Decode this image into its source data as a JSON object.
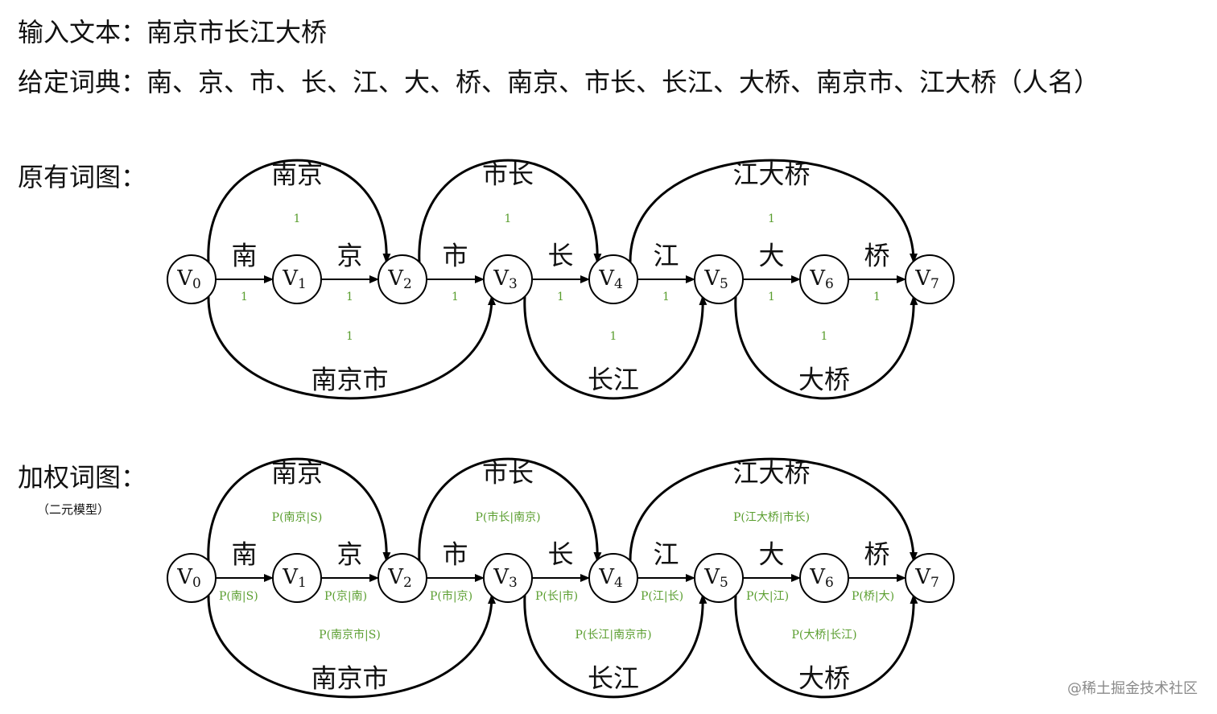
{
  "header": {
    "input_label": "输入文本：",
    "input_text": "南京市长江大桥",
    "dict_label": "给定词典：",
    "dict_text": "南、京、市、长、江、大、桥、南京、市长、长江、大桥、南京市、江大桥（人名）"
  },
  "original": {
    "title": "原有词图：",
    "nodes": [
      "0",
      "1",
      "2",
      "3",
      "4",
      "5",
      "6",
      "7"
    ],
    "node_prefix": "V",
    "single_edges": [
      {
        "word": "南",
        "weight": "1"
      },
      {
        "word": "京",
        "weight": "1"
      },
      {
        "word": "市",
        "weight": "1"
      },
      {
        "word": "长",
        "weight": "1"
      },
      {
        "word": "江",
        "weight": "1"
      },
      {
        "word": "大",
        "weight": "1"
      },
      {
        "word": "桥",
        "weight": "1"
      }
    ],
    "top_arcs": [
      {
        "from": 0,
        "to": 2,
        "word": "南京",
        "weight": "1"
      },
      {
        "from": 2,
        "to": 4,
        "word": "市长",
        "weight": "1"
      },
      {
        "from": 4,
        "to": 7,
        "word": "江大桥",
        "weight": "1"
      }
    ],
    "bottom_arcs": [
      {
        "from": 0,
        "to": 3,
        "word": "南京市",
        "weight": "1"
      },
      {
        "from": 3,
        "to": 5,
        "word": "长江",
        "weight": "1"
      },
      {
        "from": 5,
        "to": 7,
        "word": "大桥",
        "weight": "1"
      }
    ]
  },
  "weighted": {
    "title": "加权词图：",
    "subtitle": "（二元模型）",
    "nodes": [
      "0",
      "1",
      "2",
      "3",
      "4",
      "5",
      "6",
      "7"
    ],
    "node_prefix": "V",
    "single_edges": [
      {
        "word": "南",
        "weight": "P(南|S)"
      },
      {
        "word": "京",
        "weight": "P(京|南)"
      },
      {
        "word": "市",
        "weight": "P(市|京)"
      },
      {
        "word": "长",
        "weight": "P(长|市)"
      },
      {
        "word": "江",
        "weight": "P(江|长)"
      },
      {
        "word": "大",
        "weight": "P(大|江)"
      },
      {
        "word": "桥",
        "weight": "P(桥|大)"
      }
    ],
    "top_arcs": [
      {
        "from": 0,
        "to": 2,
        "word": "南京",
        "weight": "P(南京|S)"
      },
      {
        "from": 2,
        "to": 4,
        "word": "市长",
        "weight": "P(市长|南京)"
      },
      {
        "from": 4,
        "to": 7,
        "word": "江大桥",
        "weight": "P(江大桥|市长)"
      }
    ],
    "bottom_arcs": [
      {
        "from": 0,
        "to": 3,
        "word": "南京市",
        "weight": "P(南京市|S)"
      },
      {
        "from": 3,
        "to": 5,
        "word": "长江",
        "weight": "P(长江|南京市)"
      },
      {
        "from": 5,
        "to": 7,
        "word": "大桥",
        "weight": "P(大桥|长江)"
      }
    ]
  },
  "colors": {
    "weight": "#5a9e2f",
    "stroke": "#000000"
  },
  "watermark": "@稀土掘金技术社区"
}
